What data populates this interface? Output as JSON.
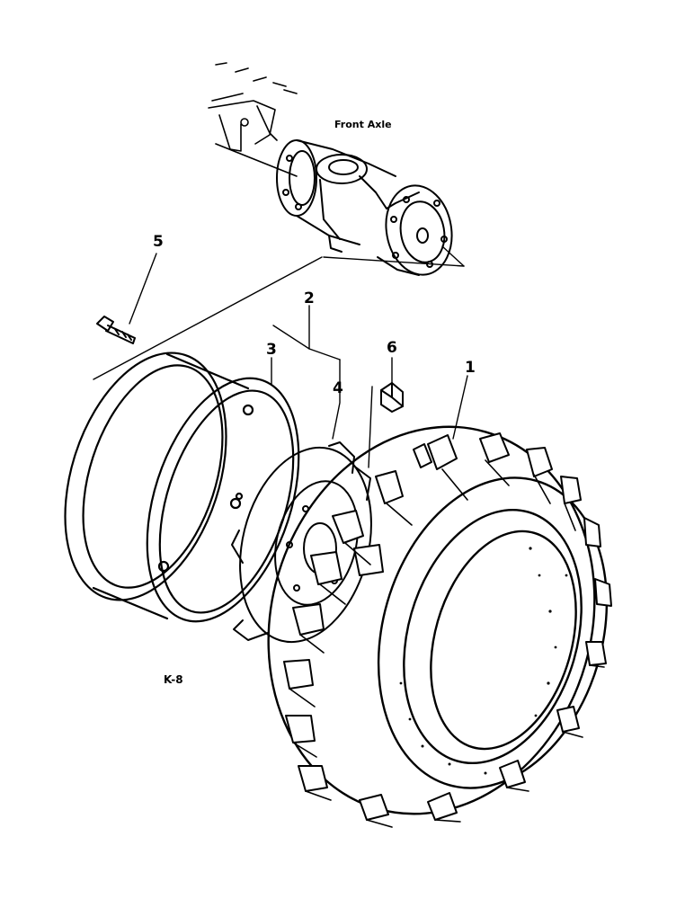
{
  "labels": {
    "front_axle": "Front Axle",
    "drawing_code": "K-8"
  },
  "callouts": {
    "tire": "1",
    "wheel_assembly": "2",
    "rim": "3",
    "disc": "4",
    "bolt": "5",
    "nut": "6"
  }
}
